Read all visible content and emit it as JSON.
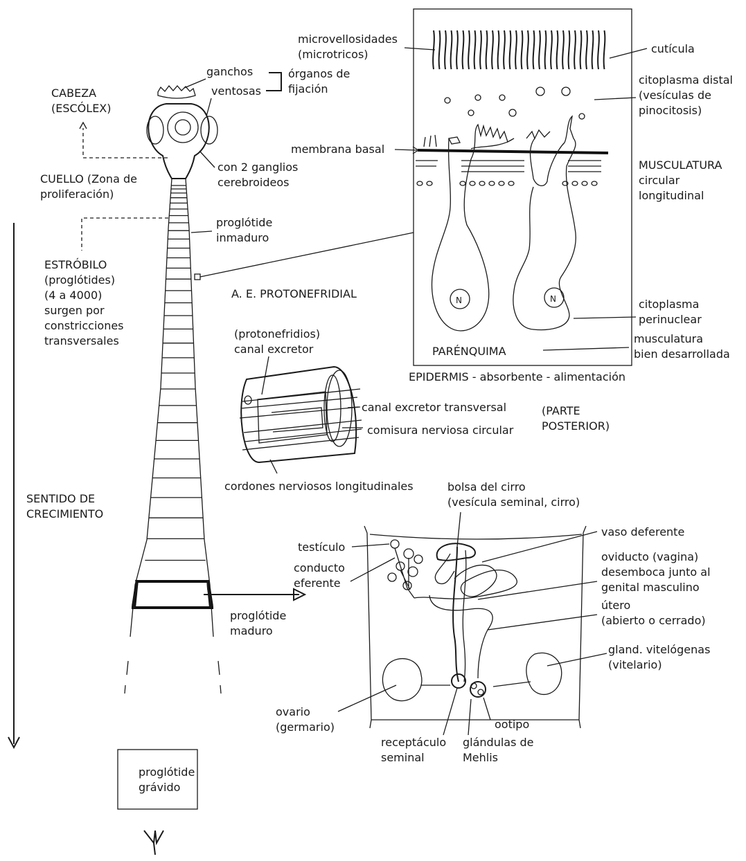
{
  "colors": {
    "ink": "#1a1a1a",
    "paper": "#ffffff"
  },
  "left": {
    "cabeza": [
      "CABEZA",
      "(ESCÓLEX)"
    ],
    "cuello": [
      "CUELLO (Zona de",
      "proliferación)"
    ],
    "estrobilo": [
      "ESTRÓBILO",
      "(proglótides)",
      "(4 a 4000)",
      "surgen por",
      "constricciones",
      "transversales"
    ],
    "sentido": [
      "SENTIDO DE",
      "CRECIMIENTO"
    ]
  },
  "scolex": {
    "ganchos": "ganchos",
    "ventosas": "ventosas",
    "organos": [
      "órganos de",
      "fijación"
    ],
    "ganglios": [
      "con 2 ganglios",
      "cerebroideos"
    ]
  },
  "strobila": {
    "inmaduro": [
      "proglótide",
      "inmaduro"
    ],
    "maduro": [
      "proglótide",
      "maduro"
    ],
    "gravido": [
      "proglótide",
      "grávido"
    ]
  },
  "tegument": {
    "microvellosidades": [
      "microvellosidades",
      "(microtricos)"
    ],
    "cuticula": "cutícula",
    "citoplasma_distal": [
      "citoplasma distal",
      "(vesículas de",
      "pinocitosis)"
    ],
    "membrana_basal": "membrana basal",
    "musculatura": [
      "MUSCULATURA",
      "circular",
      "longitudinal"
    ],
    "citoplasma_perinuclear": [
      "citoplasma",
      "perinuclear"
    ],
    "parenquima": "PARÉNQUIMA",
    "musculatura_desarrollada": [
      "musculatura",
      "bien desarrollada"
    ],
    "nucleus": "N",
    "caption": "EPIDERMIS - absorbente - alimentación"
  },
  "protonefridial": {
    "title": "A. E. PROTONEFRIDIAL",
    "canal": [
      "(protonefridios)",
      "canal excretor"
    ],
    "transversal": "canal excretor transversal",
    "comisura": "comisura nerviosa circular",
    "cordones": "cordones nerviosos longitudinales",
    "parte": [
      "(PARTE",
      "POSTERIOR)"
    ]
  },
  "proglottid": {
    "bolsa": [
      "bolsa del cirro",
      "(vesícula seminal, cirro)"
    ],
    "testiculo": "testículo",
    "vaso": "vaso deferente",
    "conducto": [
      "conducto",
      "eferente"
    ],
    "oviducto": [
      "oviducto (vagina)",
      "desemboca junto al",
      "genital masculino"
    ],
    "utero": [
      "útero",
      "(abierto o cerrado)"
    ],
    "vitelogenas": [
      "gland. vitelógenas",
      "(vitelario)"
    ],
    "ovario": [
      "ovario",
      "(germario)"
    ],
    "ootipo": "ootipo",
    "receptaculo": [
      "receptáculo",
      "seminal"
    ],
    "mehlis": [
      "glándulas de",
      "Mehlis"
    ]
  }
}
